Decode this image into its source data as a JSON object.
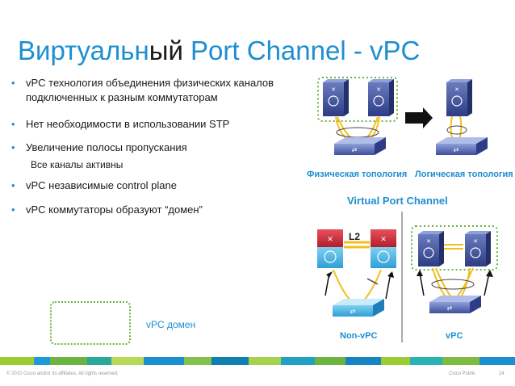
{
  "title": {
    "part1": "Виртуальн",
    "part2": "ый",
    "part3": " Port Channel - vPC"
  },
  "bullets": [
    {
      "line1": "vPC технология объединения физических каналов",
      "line2": "подключенных к разным коммутаторам"
    },
    {
      "line1": "Нет необходимости в использовании STP"
    },
    {
      "line1": "Увеличение полосы пропускания"
    },
    {
      "line1": "vPC независимые control plane"
    },
    {
      "line1": "vPC коммутаторы образуют “домен”"
    }
  ],
  "sub_bullet": "Все каналы активны",
  "domain_label": "vPC домен",
  "diagram": {
    "physical_caption": "Физическая топология",
    "logical_caption": "Логическая топология",
    "virtual_port_channel": "Virtual Port Channel",
    "l2_label": "L2",
    "non_vpc_caption": "Non-vPC",
    "vpc_caption": "vPC"
  },
  "footer": {
    "copyright": "© 2010 Cisco and/or its affiliates. All rights reserved.",
    "classification": "Cisco Public",
    "page": "24"
  },
  "colors": {
    "accent": "#1d8fd0",
    "switch_blue": "#3d4f9e",
    "switch_red": "#d83040",
    "domain_green": "#6cb33f",
    "link_yellow": "#f0c020"
  }
}
